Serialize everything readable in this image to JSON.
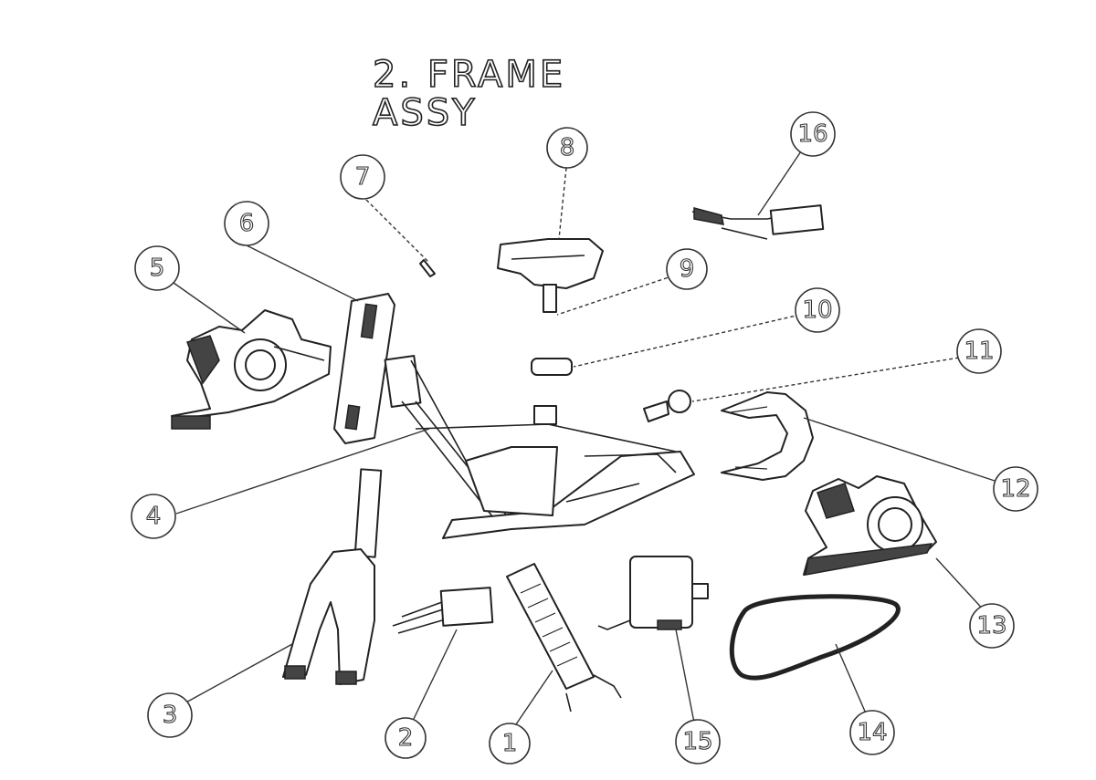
{
  "title": {
    "line1": "2. FRAME",
    "line2": "ASSY"
  },
  "callouts": [
    "1",
    "2",
    "3",
    "4",
    "5",
    "6",
    "7",
    "8",
    "9",
    "10",
    "11",
    "12",
    "13",
    "14",
    "15",
    "16"
  ]
}
